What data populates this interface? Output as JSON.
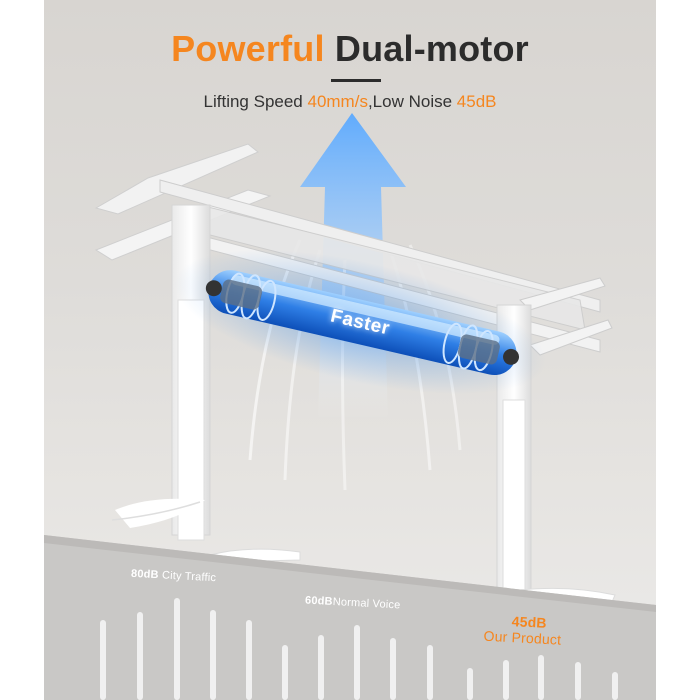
{
  "headline": {
    "accent": "Powerful",
    "main": "Dual-motor"
  },
  "subline": {
    "part1": "Lifting Speed ",
    "speed": "40mm/s",
    "part2": ",Low Noise ",
    "noise": "45dB"
  },
  "motor_label": "Faster",
  "noise_scale": {
    "city": {
      "value": "80dB",
      "label": "City Traffic"
    },
    "voice": {
      "value": "60dB",
      "label": "Normal Voice"
    },
    "product": {
      "value": "45dB",
      "label": "Our Product"
    }
  },
  "colors": {
    "accent": "#f5861f",
    "text": "#2c2c2c",
    "glow": "#3e8ee8"
  },
  "icons": [
    "airflow-arrow-icon",
    "feather-icon",
    "motor-icon"
  ]
}
